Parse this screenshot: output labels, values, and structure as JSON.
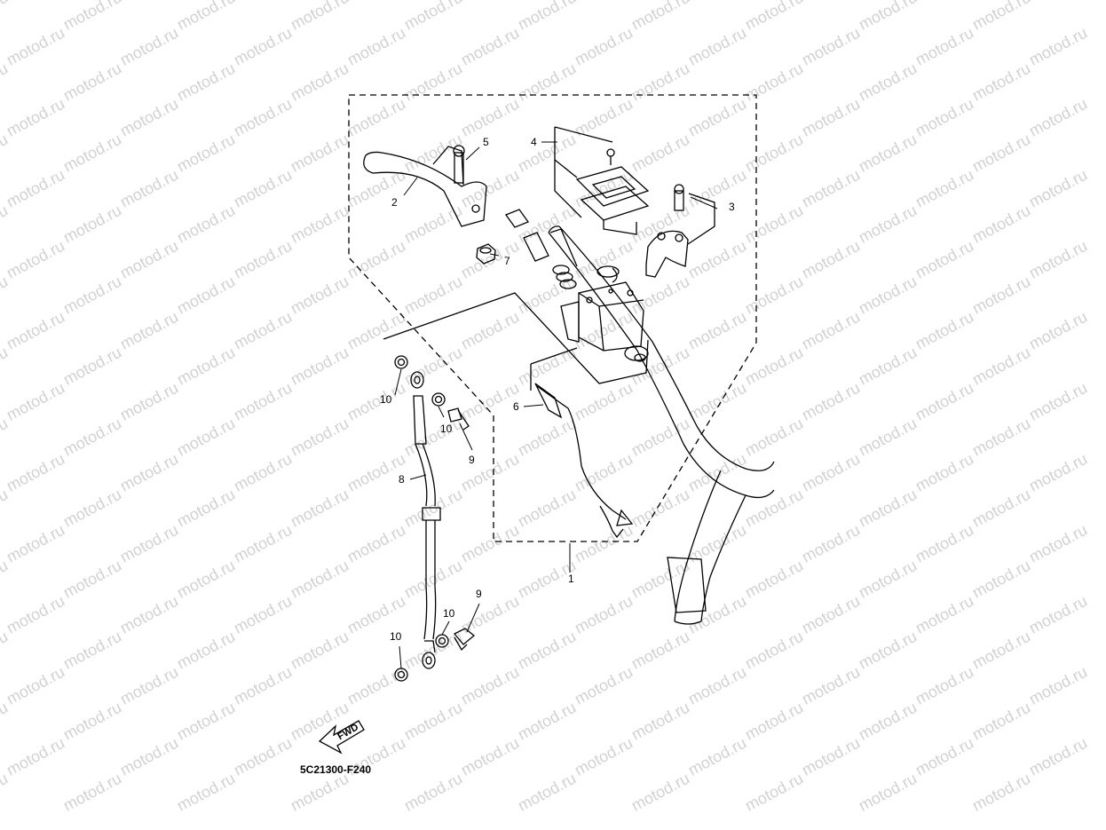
{
  "watermark": "motod.ru",
  "drawing_code": "5C21300-F240",
  "direction_label": "FWD",
  "callouts": [
    "1",
    "2",
    "3",
    "4",
    "5",
    "6",
    "7",
    "8",
    "9",
    "9",
    "10",
    "10",
    "10",
    "10"
  ]
}
